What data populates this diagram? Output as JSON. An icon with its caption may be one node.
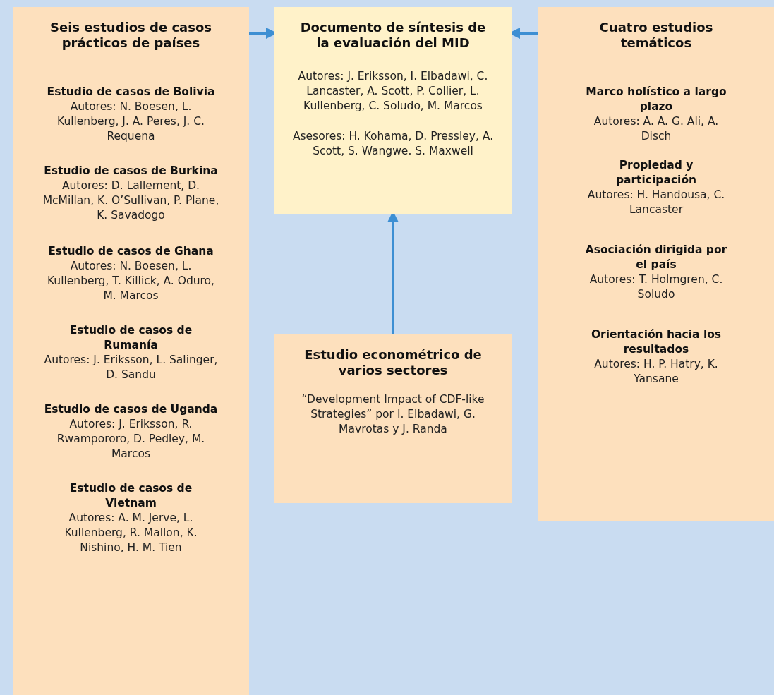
{
  "diagram": {
    "nodes": [
      {
        "text": [
          "Seis estudios de casos prácticos de países",
          "Estudio de casos de Bolivia",
          "Autores: N. Boesen, L. Kullenberg, J. A. Peres, J. C. Requena",
          "Estudio de casos de Burkina",
          "Autores: D. Lallement, D. McMillan, K. O’Sullivan, P. Plane, K. Savadogo",
          "Estudio de casos de Ghana",
          "Autores: N. Boesen, L. Kullenberg, T. Killick, A. Oduro, M. Marcos",
          "Estudio de casos de Rumanía",
          "Autores: J. Eriksson, L. Salinger, D. Sandu",
          "Estudio de casos de Uganda",
          "Autores: J. Eriksson, R. Rwampororo, D. Pedley, M. Marcos",
          "Estudio de casos de Vietnam",
          "Autores: A. M. Jerve, L. Kullenberg, R. Mallon, K. Nishino, H. M. Tien"
        ]
      },
      {
        "text": [
          "Documento de síntesis de la evaluación del MID",
          "Autores: J. Eriksson, I. Elbadawi, C. Lancaster, A. Scott, P. Collier, L. Kullenberg, C. Soludo, M. Marcos",
          "Asesores: H. Kohama, D. Pressley, A. Scott, S. Wangwe. S. Maxwell"
        ]
      },
      {
        "text": [
          "Cuatro estudios temáticos",
          "Marco holístico a largo plazo",
          "Autores: A. A. G. Ali, A. Disch",
          "Propiedad y participación",
          "Autores: H. Handousa, C. Lancaster",
          "Asociación dirigida por el país",
          "Autores: T. Holmgren, C. Soludo",
          "Orientación hacia los resultados",
          "Autores: H. P. Hatry, K. Yansane"
        ]
      },
      {
        "text": [
          "Estudio econométrico de varios sectores",
          "“Development Impact of CDF-like Strategies” por I. Elbadawi, G. Mavrotas y J. Randa"
        ]
      }
    ],
    "edges": [
      {
        "from": 0,
        "to": 1,
        "arrow": "to"
      },
      {
        "from": 2,
        "to": 1,
        "arrow": "to"
      },
      {
        "from": 3,
        "to": 1,
        "arrow": "to"
      }
    ]
  }
}
